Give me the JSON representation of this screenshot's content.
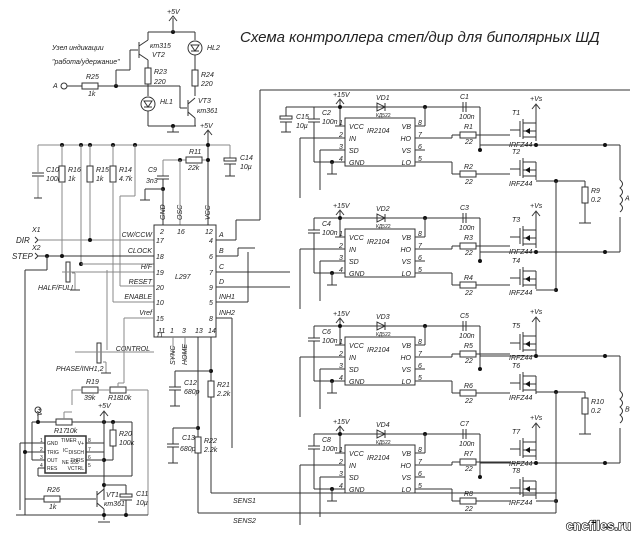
{
  "title": "Схема контроллера степ/дир для биполярных ШД",
  "watermark": "cncfiles.ru",
  "indicator": {
    "caption1": "Узел индикации",
    "caption2": "\"работа/удержание\"",
    "input": "A",
    "supply": "+5V",
    "r25": {
      "ref": "R25",
      "value": "1k"
    },
    "r23": {
      "ref": "R23",
      "value": "220"
    },
    "r24": {
      "ref": "R24",
      "value": "220"
    },
    "vt2": {
      "ref": "VT2",
      "type": "кт315"
    },
    "vt3": {
      "ref": "VT3",
      "type": "кт361"
    },
    "hl1": "HL1",
    "hl2": "HL2"
  },
  "logic": {
    "supply": "+5V",
    "c10": {
      "ref": "C10",
      "value": "100n"
    },
    "r16": {
      "ref": "R16",
      "value": "1k"
    },
    "r15": {
      "ref": "R15",
      "value": "1k"
    },
    "r14": {
      "ref": "R14",
      "value": "4.7k"
    },
    "c9": {
      "ref": "C9",
      "value": "3n3"
    },
    "r11": {
      "ref": "R11",
      "value": "22k"
    },
    "c14": {
      "ref": "C14",
      "value": "10µ"
    },
    "x1": "X1",
    "x2": "X2",
    "dir": "DIR",
    "step": "STEP",
    "half_full": "HALF/FULL",
    "phase_inh": "PHASE/INH1,2",
    "sens1": "SENS1",
    "sens2": "SENS2",
    "c12": {
      "ref": "C12",
      "value": "680p"
    },
    "c13": {
      "ref": "C13",
      "value": "680p"
    },
    "r21": {
      "ref": "R21",
      "value": "2.2k"
    },
    "r22": {
      "ref": "R22",
      "value": "2.2k"
    }
  },
  "l297": {
    "name": "L297",
    "top_pins": [
      {
        "name": "GND",
        "num": "2"
      },
      {
        "name": "OSC",
        "num": "16"
      },
      {
        "name": "VCC",
        "num": "12"
      }
    ],
    "left_pins": [
      {
        "name": "CW/CCW",
        "num": "17"
      },
      {
        "name": "CLOCK",
        "num": "18"
      },
      {
        "name": "H/F",
        "num": "19"
      },
      {
        "name": "RESET",
        "num": "20"
      },
      {
        "name": "ENABLE",
        "num": "10"
      },
      {
        "name": "Vref",
        "num": "15"
      },
      {
        "name": "CONTROL",
        "num": "11"
      }
    ],
    "right_pins": [
      {
        "name": "A",
        "num": "4"
      },
      {
        "name": "B",
        "num": "6"
      },
      {
        "name": "C",
        "num": "7"
      },
      {
        "name": "D",
        "num": "9"
      },
      {
        "name": "INH1",
        "num": "5"
      },
      {
        "name": "INH2",
        "num": "8"
      }
    ],
    "bottom_pins": [
      {
        "name": "SYNC",
        "num": "1"
      },
      {
        "name": "HOME",
        "num": "3"
      },
      {
        "name": "",
        "num": "13"
      },
      {
        "name": "",
        "num": "14"
      }
    ]
  },
  "timer": {
    "name": "TIMER",
    "sub": "IC",
    "part": "NE 555",
    "supply": "+5V",
    "left_pins": [
      {
        "name": "GND",
        "num": "1"
      },
      {
        "name": "TRIG",
        "num": "2"
      },
      {
        "name": "OUT",
        "num": "3"
      },
      {
        "name": "RES",
        "num": "4"
      }
    ],
    "right_pins": [
      {
        "name": "V+",
        "num": "8"
      },
      {
        "name": "DISCH",
        "num": "7"
      },
      {
        "name": "THRS",
        "num": "6"
      },
      {
        "name": "VCTRL",
        "num": "5"
      }
    ],
    "r19": {
      "ref": "R19",
      "value": "39k"
    },
    "r18": {
      "ref": "R18",
      "value": "10k"
    },
    "r17": {
      "ref": "R17",
      "value": "10k"
    },
    "r20": {
      "ref": "R20",
      "value": "100k"
    },
    "r26": {
      "ref": "R26",
      "value": "1k"
    },
    "vt1": {
      "ref": "VT1",
      "type": "кт361"
    },
    "c11": {
      "ref": "C11",
      "value": "10µ"
    },
    "vplus": "V+"
  },
  "drivers": [
    {
      "chip": "IR2104",
      "vd": "VD1",
      "vdtype": "КД522",
      "cin": {
        "ref": "C2",
        "value": "100n"
      },
      "cb": {
        "ref": "C1",
        "value": "100n"
      },
      "rh": {
        "ref": "R1",
        "value": "22"
      },
      "rl": {
        "ref": "R2",
        "value": "22"
      },
      "extra": {
        "ref": "C15",
        "value": "10µ"
      }
    },
    {
      "chip": "IR2104",
      "vd": "VD2",
      "vdtype": "КД522",
      "cin": {
        "ref": "C4",
        "value": "100n"
      },
      "cb": {
        "ref": "C3",
        "value": "100n"
      },
      "rh": {
        "ref": "R3",
        "value": "22"
      },
      "rl": {
        "ref": "R4",
        "value": "22"
      }
    },
    {
      "chip": "IR2104",
      "vd": "VD3",
      "vdtype": "КД522",
      "cin": {
        "ref": "C6",
        "value": "100n"
      },
      "cb": {
        "ref": "C5",
        "value": "100n"
      },
      "rh": {
        "ref": "R5",
        "value": "22"
      },
      "rl": {
        "ref": "R6",
        "value": "22"
      }
    },
    {
      "chip": "IR2104",
      "vd": "VD4",
      "vdtype": "КД522",
      "cin": {
        "ref": "C8",
        "value": "100n"
      },
      "cb": {
        "ref": "C7",
        "value": "100n"
      },
      "rh": {
        "ref": "R7",
        "value": "22"
      },
      "rl": {
        "ref": "R8",
        "value": "22"
      }
    }
  ],
  "driver_pins": {
    "left": [
      {
        "name": "VCC",
        "num": "1"
      },
      {
        "name": "IN",
        "num": "2"
      },
      {
        "name": "SD",
        "num": "3"
      },
      {
        "name": "GND",
        "num": "4"
      }
    ],
    "right": [
      {
        "name": "VB",
        "num": "8"
      },
      {
        "name": "HO",
        "num": "7"
      },
      {
        "name": "VS",
        "num": "6"
      },
      {
        "name": "LO",
        "num": "5"
      }
    ],
    "supply": "+15V"
  },
  "bridge": {
    "supply": "+Vs",
    "mosfets": [
      {
        "ref": "T1",
        "type": "IRFZ44"
      },
      {
        "ref": "T2",
        "type": "IRFZ44"
      },
      {
        "ref": "T3",
        "type": "IRFZ44"
      },
      {
        "ref": "T4",
        "type": "IRFZ44"
      },
      {
        "ref": "T5",
        "type": "IRFZ44"
      },
      {
        "ref": "T6",
        "type": "IRFZ44"
      },
      {
        "ref": "T7",
        "type": "IRFZ44"
      },
      {
        "ref": "T8",
        "type": "IRFZ44"
      }
    ],
    "r9": {
      "ref": "R9",
      "value": "0.2"
    },
    "r10": {
      "ref": "R10",
      "value": "0.2"
    },
    "coil_a": "A",
    "coil_b": "B"
  }
}
